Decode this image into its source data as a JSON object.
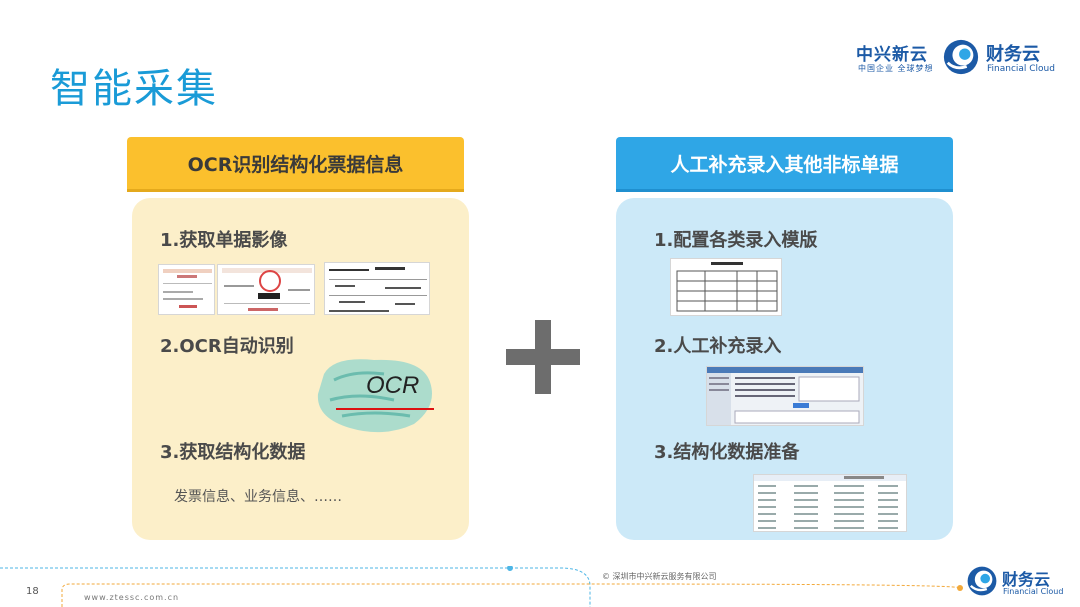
{
  "title": "智能采集",
  "brand": {
    "zte": "中兴新云",
    "zte_slogan": "中国企业 全球梦想",
    "cloud": "财务云",
    "cloud_en": "Financial Cloud"
  },
  "left": {
    "header": "OCR识别结构化票据信息",
    "steps": [
      "1.获取单据影像",
      "2.OCR自动识别",
      "3.获取结构化数据"
    ],
    "ocr_label": "OCR",
    "note": "发票信息、业务信息、……"
  },
  "right": {
    "header": "人工补充录入其他非标单据",
    "steps": [
      "1.配置各类录入模版",
      "2.人工补充录入",
      "3.结构化数据准备"
    ]
  },
  "footer": {
    "page": "18",
    "url": "www.ztessc.com.cn",
    "copyright": "© 深圳市中兴新云服务有限公司",
    "cloud": "财务云",
    "cloud_en": "Financial Cloud"
  },
  "colors": {
    "title": "#1a9bd7",
    "left_header": "#fbc02d",
    "right_header": "#2fa6e6",
    "left_panel": "#fcefc9",
    "right_panel": "#cce9f8",
    "brand": "#1c5aa6"
  }
}
